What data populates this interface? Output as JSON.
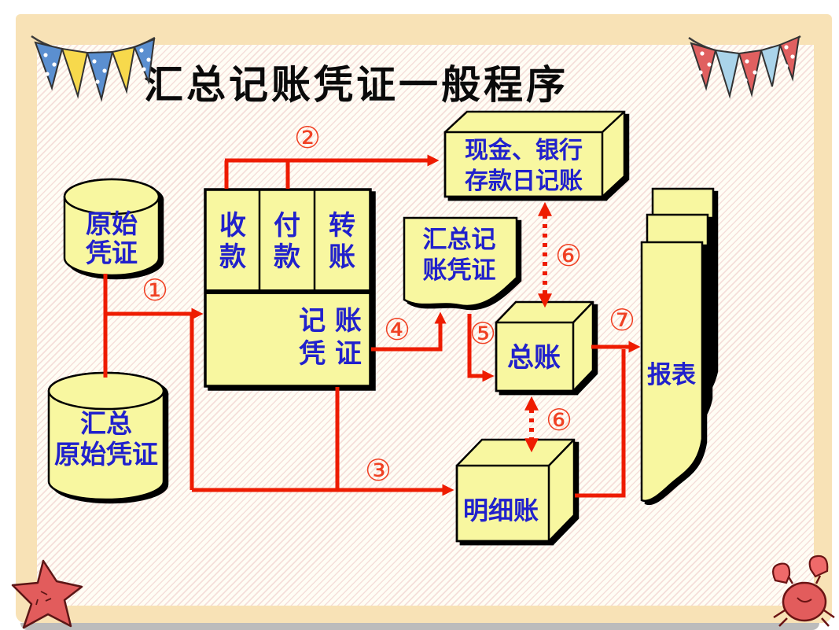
{
  "slide": {
    "title": "汇总记账凭证一般程序",
    "background": "#fffdf5",
    "border_color": "#f8e2b6",
    "accent_red": "#ee1c00",
    "label_red": "#f04123",
    "node_fill": "#f8f7a0",
    "node_text_blue": "#2121cc"
  },
  "nodes": {
    "original_voucher": {
      "line1": "原始",
      "line2": "凭证"
    },
    "summary_original_voucher": {
      "line1": "汇总",
      "line2": "原始凭证"
    },
    "voucher_table": {
      "columns": [
        {
          "top": "收",
          "bottom": "款"
        },
        {
          "top": "付",
          "bottom": "款"
        },
        {
          "top": "转",
          "bottom": "账"
        }
      ],
      "body_line1": "记 账",
      "body_line2": "凭 证"
    },
    "summary_voucher_doc": {
      "line1": "汇总记",
      "line2": "账凭证"
    },
    "cash_bank_journal": {
      "line1": "现金、银行",
      "line2": "存款日记账"
    },
    "general_ledger": {
      "label": "总账"
    },
    "subsidiary_ledger": {
      "label": "明细账"
    },
    "reports": {
      "label": "报表"
    }
  },
  "steps": {
    "s1": "①",
    "s2": "②",
    "s3": "③",
    "s4": "④",
    "s5": "⑤",
    "s6a": "⑥",
    "s6b": "⑥",
    "s7": "⑦"
  },
  "decor": {
    "flag_blue": "#5b8fd0",
    "flag_yellow": "#f7d94c",
    "flag_red": "#e06060",
    "flag_lightblue": "#aad4ea",
    "creature_red": "#e25c5c"
  }
}
